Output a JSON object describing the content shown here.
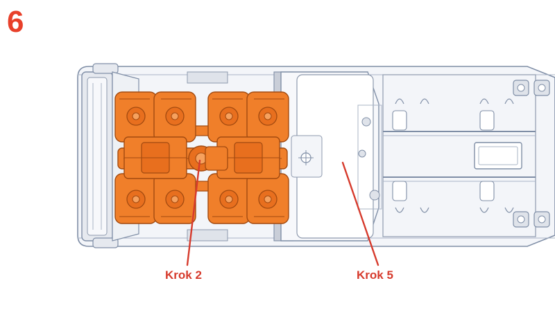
{
  "step": {
    "number": "6"
  },
  "callouts": [
    {
      "label": "Krok 2"
    },
    {
      "label": "Krok 5"
    }
  ],
  "colors": {
    "step_number": "#e8402a",
    "callout_text": "#d63a2c",
    "leader_line": "#d63a2c",
    "highlight_part": "#f07f2a",
    "highlight_outline": "#a24a10",
    "chassis_fill": "#f3f5f9",
    "chassis_outline": "#7f8ea6",
    "panel_shade": "#c9ced8"
  }
}
